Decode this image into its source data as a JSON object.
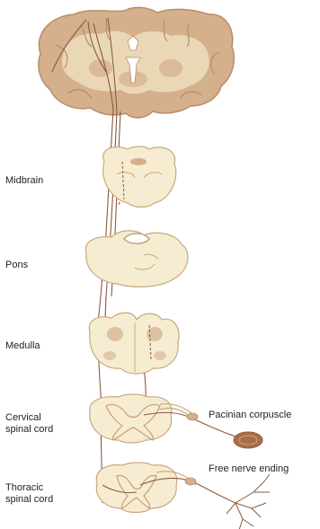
{
  "labels": {
    "midbrain": "Midbrain",
    "pons": "Pons",
    "medulla": "Medulla",
    "cervical_line1": "Cervical",
    "cervical_line2": "spinal cord",
    "thoracic_line1": "Thoracic",
    "thoracic_line2": "spinal cord",
    "pacinian": "Pacinian corpuscle",
    "free_nerve": "Free nerve ending"
  },
  "colors": {
    "tissue_fill": "#f6ecd1",
    "tissue_outline": "#c9a87c",
    "cortex_fill": "#d4b08c",
    "cortex_dark": "#b88d68",
    "white_matter": "#ead7b6",
    "tract": "#8a5a3c",
    "grey_matter": "#c79f7c",
    "corpuscle": "#a86f48",
    "text": "#222222"
  }
}
